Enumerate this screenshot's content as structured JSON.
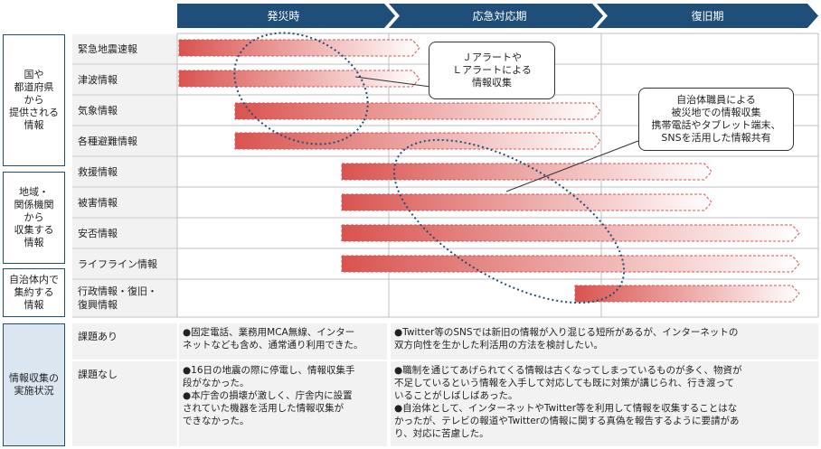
{
  "phases": [
    "発災時",
    "応急対応期",
    "復旧期"
  ],
  "categories": [
    "国や\n都道府県\nから\n提供される\n情報",
    "地域・\n関係機関\nから\n収集する\n情報",
    "自治体内で\n集約する\n情報",
    "情報収集の\n実施状況"
  ],
  "rows": [
    "緊急地震速報",
    "津波情報",
    "気象情報",
    "各種避難情報",
    "救援情報",
    "被害情報",
    "安否情報",
    "ライフライン情報",
    "行政情報・復旧・\n復興情報"
  ],
  "status_rows": [
    "課題あり",
    "課題なし"
  ],
  "callouts": {
    "alert": [
      "Ｊアラートや",
      "Ｌアラートによる",
      "情報収集"
    ],
    "staff": [
      "自治体職員による",
      "被災地での情報収集",
      "携帯電話やタブレット端末、",
      "SNSを活用した情報共有"
    ]
  },
  "status": {
    "issue_early": [
      "●固定電話、業務用MCA無線、インター\nネットなども含め、通常通り利用できた。"
    ],
    "issue_late": [
      "●Twitter等のSNSでは新旧の情報が入り混じる短所があるが、インターネットの\n双方向性を生かした利活用の方法を検討したい。"
    ],
    "noissue_early": [
      "●16日の地震の際に停電し、情報収集手\n段がなかった。",
      "●本庁舎の損壊が激しく、庁舎内に設置\nされていた機器を活用した情報収集が\nできなかった。"
    ],
    "noissue_late": [
      "●職制を通じてあげられてくる情報は古くなってしまっているものが多く、物資が\n不足しているという情報を入手して対応しても既に対策が講じられ、行き渡って\nいることがしばしばあった。",
      "●自治体として、インターネットやTwitter等を利用して情報を収集することはな\nかったが、テレビの報道やTwitterの情報に関する真偽を報告するように要請があ\nり、対応に苦慮した。"
    ]
  },
  "colors": {
    "header": "#1f4e79",
    "bar": "#d9534f",
    "grid": "#bfbfbf",
    "ellipse": "#1f4e79"
  }
}
